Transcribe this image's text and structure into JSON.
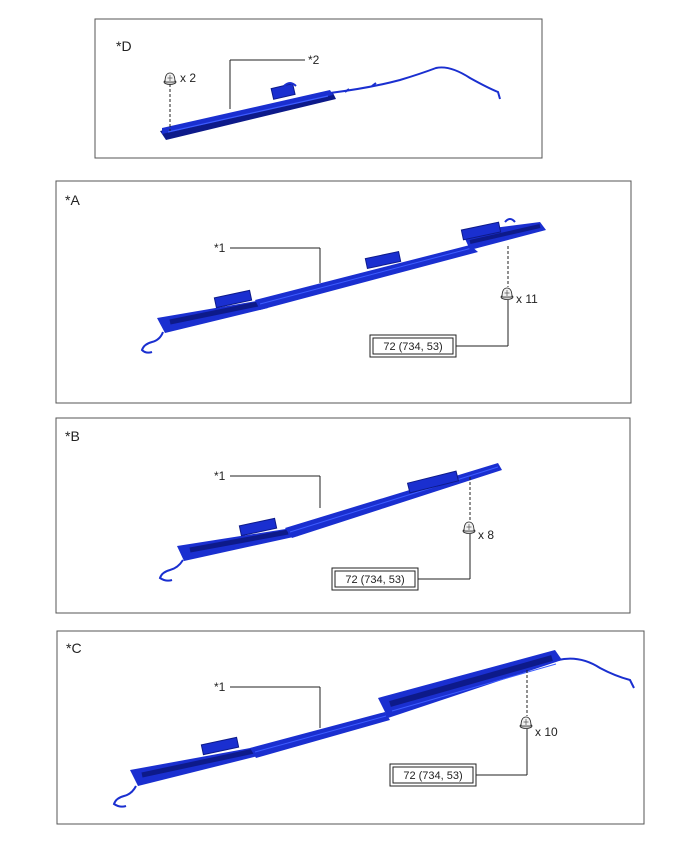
{
  "colors": {
    "part": "#1a2fd0",
    "part_dark": "#0d1a8a",
    "part_light": "#3d5cff",
    "line": "#222222",
    "fastener": "#e8e8e8"
  },
  "panels": {
    "D": {
      "label": "*D",
      "callout": "*2",
      "quantity": "x 2"
    },
    "A": {
      "label": "*A",
      "callout": "*1",
      "quantity": "x 11",
      "torque": "72 (734, 53)"
    },
    "B": {
      "label": "*B",
      "callout": "*1",
      "quantity": "x 8",
      "torque": "72 (734, 53)"
    },
    "C": {
      "label": "*C",
      "callout": "*1",
      "quantity": "x 10",
      "torque": "72 (734, 53)"
    }
  }
}
